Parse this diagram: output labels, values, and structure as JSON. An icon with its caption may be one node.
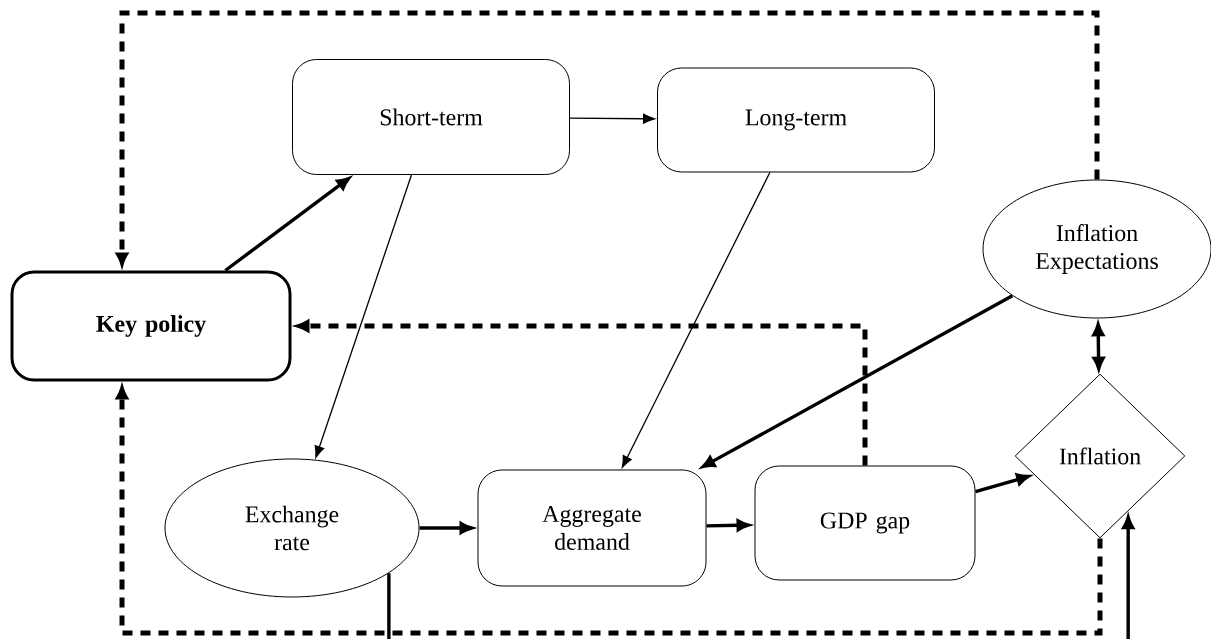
{
  "diagram": {
    "nodes": [
      {
        "text": [
          "Key policy"
        ]
      },
      {
        "text": [
          "Short-term"
        ]
      },
      {
        "text": [
          "Long-term"
        ]
      },
      {
        "text": [
          "Inflation Expectations"
        ]
      },
      {
        "text": [
          "Exchange rate"
        ]
      },
      {
        "text": [
          "Aggregate demand"
        ]
      },
      {
        "text": [
          "GDP gap"
        ]
      },
      {
        "text": [
          "Inflation"
        ]
      }
    ],
    "edges": [
      {
        "from": 0,
        "to": 1,
        "arrow": "to"
      },
      {
        "from": 1,
        "to": 2,
        "arrow": "to"
      },
      {
        "from": 1,
        "to": 4,
        "arrow": "to"
      },
      {
        "from": 2,
        "to": 5,
        "arrow": "to"
      },
      {
        "from": 3,
        "to": 5,
        "arrow": "to"
      },
      {
        "from": 3,
        "to": 7,
        "arrow": "both"
      },
      {
        "from": 4,
        "to": 5,
        "arrow": "to"
      },
      {
        "from": 5,
        "to": 6,
        "arrow": "to"
      },
      {
        "from": 6,
        "to": 7,
        "arrow": "to"
      },
      {
        "from": 4,
        "to": 7,
        "arrow": "to"
      },
      {
        "from": 7,
        "to": 0,
        "arrow": "to",
        "style": "dashed"
      },
      {
        "from": 3,
        "to": 0,
        "arrow": "to",
        "style": "dashed"
      },
      {
        "from": 6,
        "to": 0,
        "arrow": "to",
        "style": "dashed"
      }
    ]
  }
}
